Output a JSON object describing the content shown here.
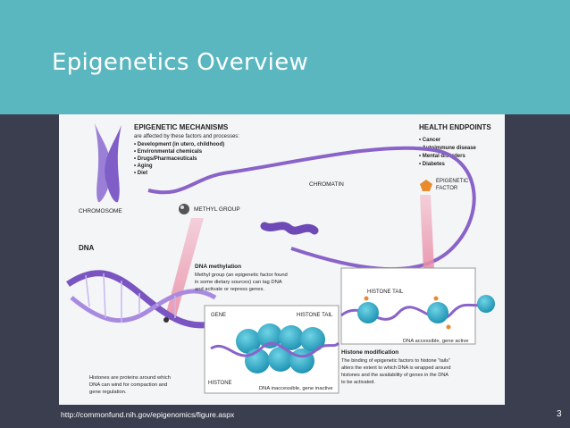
{
  "slide": {
    "title": "Epigenetics Overview",
    "source_url": "http://commonfund.nih.gov/epigenomics/figure.aspx",
    "page_number": "3"
  },
  "figure": {
    "mechanisms_heading": "EPIGENETIC MECHANISMS",
    "mechanisms_sub": "are affected by these factors and processes:",
    "mechanisms_list": [
      "• Development (in utero, childhood)",
      "• Environmental chemicals",
      "• Drugs/Pharmaceuticals",
      "• Aging",
      "• Diet"
    ],
    "health_heading": "HEALTH ENDPOINTS",
    "health_list": [
      "• Cancer",
      "• Autoimmune disease",
      "• Mental disorders",
      "• Diabetes"
    ],
    "chromosome_label": "CHROMOSOME",
    "chromatin_label": "CHROMATIN",
    "methyl_group_label": "METHYL GROUP",
    "epigenetic_factor_label": [
      "EPIGENETIC",
      "FACTOR"
    ],
    "dna_label": "DNA",
    "methylation_heading": "DNA methylation",
    "methylation_text": [
      "Methyl group (an epigenetic factor found",
      "in some dietary sources) can tag DNA",
      "and activate or repress genes."
    ],
    "gene_label": "GENE",
    "histone_tail_label_left": "HISTONE TAIL",
    "histone_tail_label_right": "HISTONE TAIL",
    "histone_label": "HISTONE",
    "dna_inaccessible_label": "DNA inaccessible, gene inactive",
    "dna_accessible_label": "DNA accessible, gene active",
    "histones_note": [
      "Histones are proteins around which",
      "DNA can wind for compaction and",
      "gene regulation."
    ],
    "histone_mod_heading": "Histone modification",
    "histone_mod_text": [
      "The binding of epigenetic factors to histone “tails”",
      "alters the extent to which DNA is wrapped around",
      "histones and the availability of genes in the DNA",
      "to be activated."
    ]
  },
  "colors": {
    "title_bar": "#5ab7c0",
    "background": "#3a3e4e",
    "dna_purple": "#8a63c9",
    "histone_teal": "#1aa9c2",
    "factor_orange": "#e88b2e"
  }
}
